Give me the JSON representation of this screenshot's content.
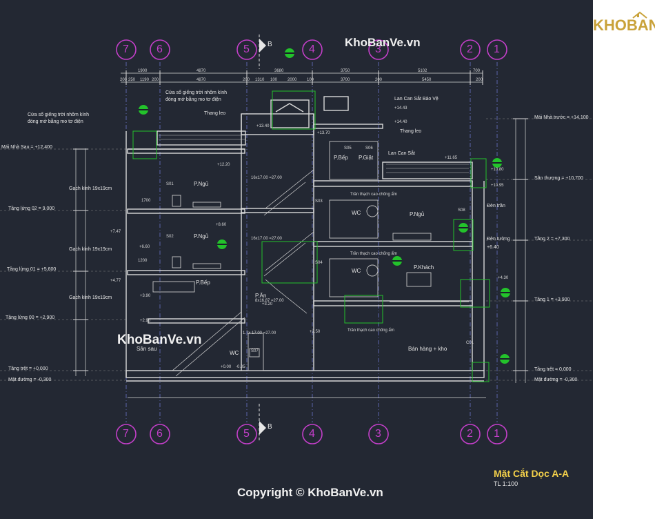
{
  "brand": {
    "logo_text": "KHOBANVE",
    "accent": "#c9a23a"
  },
  "watermarks": {
    "top": "KhoBanVe.vn",
    "left": "KhoBanVe.vn",
    "copyright": "Copyright © KhoBanVe.vn"
  },
  "title": {
    "main": "Mặt Cắt Dọc A-A",
    "scale": "TL 1:100"
  },
  "grid_axes": [
    "7",
    "6",
    "5",
    "4",
    "3",
    "2",
    "1"
  ],
  "section_mark": "B",
  "dimensions": {
    "top_row1": [
      "1900",
      "4870",
      "3680",
      "3750",
      "5102",
      "700"
    ],
    "top_row2": [
      "200",
      "250",
      "1190",
      "200",
      "4870",
      "200",
      "1310",
      "100",
      "2000",
      "100",
      "3700",
      "200",
      "5450",
      "200"
    ]
  },
  "levels": [
    {
      "label": "Mái Nhà Sau = +12,400"
    },
    {
      "label": "Tầng lửng 02 = 9.000"
    },
    {
      "label": "Tầng lửng 01 = +5,600"
    },
    {
      "label": "Tầng lửng 00 = +2,900"
    },
    {
      "label": "Tầng trệt = +0,000"
    },
    {
      "label": "Mặt đường = -0,300"
    }
  ],
  "levels_right": [
    {
      "label": "Mái Nhà trước = +14,100"
    },
    {
      "label": "Sân thượng = +10,700"
    },
    {
      "label": "Tầng 2 = +7,300"
    },
    {
      "label": "Tầng 1 = +3,900"
    },
    {
      "label": "Tầng trệt = 0,000"
    },
    {
      "label": "Mặt đường = -0,300"
    }
  ],
  "annotations": {
    "skylight_front_1": "Cửa sổ giếng trời nhôm kính",
    "skylight_front_2": "đóng mở bằng mo tơ điện",
    "skylight_rear_1": "Cửa sổ giếng trời nhôm kính",
    "skylight_rear_2": "đóng mở bằng mo tơ điện",
    "ladder_left": "Thang leo",
    "ladder_right": "Thang leo",
    "railing_protect": "Lan Can Sắt Bảo Vệ",
    "railing_iron": "Lan Can Sắt",
    "glass_brick_1": "Gạch kính 19x19cm",
    "glass_brick_2": "Gạch kính 19x19cm",
    "glass_brick_3": "Gạch kính 19x19cm",
    "light_ceiling": "Đèn trần",
    "light_wall": "Đèn tường",
    "ceiling_gypsum_1": "Trần thạch cao chống ẩm",
    "ceiling_gypsum_2": "Trần thạch cao chống ẩm",
    "ceiling_gypsum_3": "Trần thạch cao chống ẩm"
  },
  "rooms": {
    "kitchen": "P.Bếp",
    "laundry": "P.Giặt",
    "bed_upper_left": "P.Ngủ",
    "bed_mid_left": "P.Ngủ",
    "bed_right": "P.Ngủ",
    "wc_upper": "WC",
    "wc_mid": "WC",
    "wc_ground": "WC",
    "living": "P.Khách",
    "dining": "P.Ăn",
    "kitchen_lower": "P.Bếp",
    "backyard": "Sân sau",
    "shop": "Bán hàng + kho"
  },
  "elevations": {
    "e1": "+13.40",
    "e2": "+14.43",
    "e3": "+14.40",
    "e4": "+13.70",
    "e5": "+12.20",
    "e6": "+11.65",
    "e7": "+10.80",
    "e8": "+10.95",
    "e9": "+8.60",
    "e10": "+6.40",
    "e11": "+7.47",
    "e12": "+6.60",
    "e13": "+4.77",
    "e14": "+3.90",
    "e15": "+2.90",
    "e16": "+0.00",
    "e17": "-0.05",
    "e18": "+3.20",
    "e19": "+4.30",
    "e20": "+2.50",
    "e21": "1700",
    "e22": "1200"
  },
  "stair_notes": {
    "s1": "16x17.00 =27.00",
    "s2": "16x17.00 =27.00",
    "s3": "8x16.87 =27.00",
    "s4": "1.7x 17.00 =27.00"
  },
  "tags": [
    "S01",
    "S02",
    "S03",
    "S04",
    "S05",
    "S06",
    "S07",
    "S08",
    "C01"
  ]
}
